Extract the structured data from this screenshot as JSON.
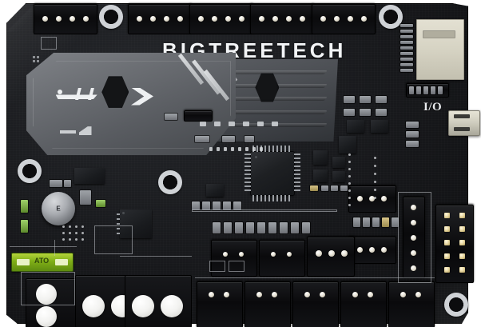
{
  "image": {
    "subject": "3D printer control board (PCB) product photo",
    "board_color": "#17181b",
    "accent_green": "#7fae17",
    "silk_white": "#c9cdd2",
    "heatsink_light": "#6c6f74",
    "heatsink_dark": "#45484c",
    "connector_gold": "#e9d9a4",
    "sd_cream": "#d6d3c3"
  },
  "silkscreen": {
    "brand": "BIGTREETECH",
    "io_label": "I/O",
    "heatsink_logo": "BIGTREETECH",
    "fuse_rating": "ATO"
  },
  "components": {
    "top_connectors": {
      "name": "stepper-motor-connectors",
      "count": 5,
      "pins_each": 4,
      "type": "JST-XH 4-pin"
    },
    "mounting_holes": {
      "name": "mounting-holes",
      "count": 5
    },
    "heatsinks": [
      {
        "name": "driver-heatsink-left",
        "label": "BIGTREETECH"
      },
      {
        "name": "driver-heatsink-right",
        "label": ""
      }
    ],
    "microsd": {
      "name": "microsd-card-slot",
      "label": ""
    },
    "micro_usb": {
      "name": "micro-usb-port",
      "label": ""
    },
    "mcu": {
      "name": "main-microcontroller",
      "package": "LQFP"
    },
    "fuse": {
      "name": "blade-fuse",
      "label": "ATO",
      "color": "#7fae17"
    },
    "screw_terminals": {
      "name": "screw-terminal-blocks",
      "blocks": 3,
      "positions_total": 6
    },
    "electrolytic_cap": {
      "name": "electrolytic-capacitor",
      "label": "E"
    },
    "idc_header": {
      "name": "idc-2x5-header",
      "rows": 2,
      "cols": 5
    },
    "vertical_header": {
      "name": "endstop-header-5pin",
      "pins": 5
    },
    "three_pin_headers": {
      "name": "fan-headers-3pin",
      "count": 2
    },
    "bottom_connectors": {
      "name": "bottom-edge-connectors",
      "count": 9
    }
  }
}
